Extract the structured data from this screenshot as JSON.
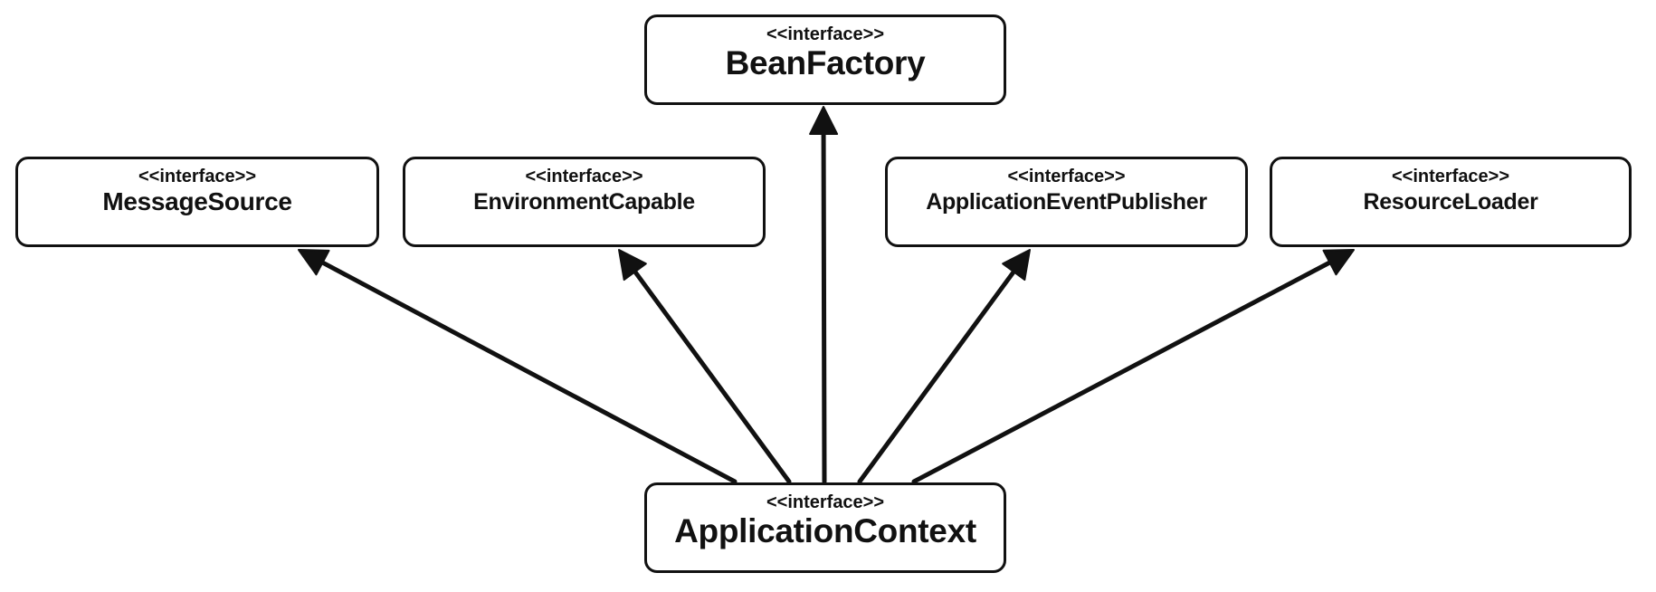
{
  "diagram": {
    "type": "uml-class-inheritance",
    "stroke_color": "#111111",
    "background": "#ffffff",
    "nodes": [
      {
        "id": "bean-factory",
        "stereotype": "<<interface>>",
        "name": "BeanFactory"
      },
      {
        "id": "message-source",
        "stereotype": "<<interface>>",
        "name": "MessageSource"
      },
      {
        "id": "environment-capable",
        "stereotype": "<<interface>>",
        "name": "EnvironmentCapable"
      },
      {
        "id": "application-event-publisher",
        "stereotype": "<<interface>>",
        "name": "ApplicationEventPublisher"
      },
      {
        "id": "resource-loader",
        "stereotype": "<<interface>>",
        "name": "ResourceLoader"
      },
      {
        "id": "application-context",
        "stereotype": "<<interface>>",
        "name": "ApplicationContext"
      }
    ],
    "edges": [
      {
        "from": "application-context",
        "to": "message-source",
        "relation": "extends"
      },
      {
        "from": "application-context",
        "to": "environment-capable",
        "relation": "extends"
      },
      {
        "from": "application-context",
        "to": "bean-factory",
        "relation": "extends"
      },
      {
        "from": "application-context",
        "to": "application-event-publisher",
        "relation": "extends"
      },
      {
        "from": "application-context",
        "to": "resource-loader",
        "relation": "extends"
      }
    ]
  }
}
